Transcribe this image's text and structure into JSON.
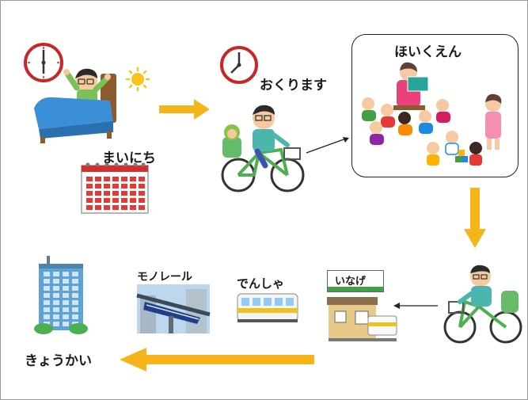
{
  "labels": {
    "daily": "まいにち",
    "drop_off": "おくります",
    "nursery": "ほいくえん",
    "monorail": "モノレール",
    "train": "でんしゃ",
    "station": "いなげ",
    "work": "きょうかい"
  },
  "colors": {
    "arrow": "#f5b41a",
    "border": "#9a9a9a",
    "bed": "#3a8fd6",
    "bike": "#4caf50",
    "train_stripe": "#f2c21b"
  },
  "icons": {
    "clock": "clock-icon",
    "sun": "sun-icon",
    "calendar": "calendar-icon",
    "building": "office-building-icon"
  }
}
